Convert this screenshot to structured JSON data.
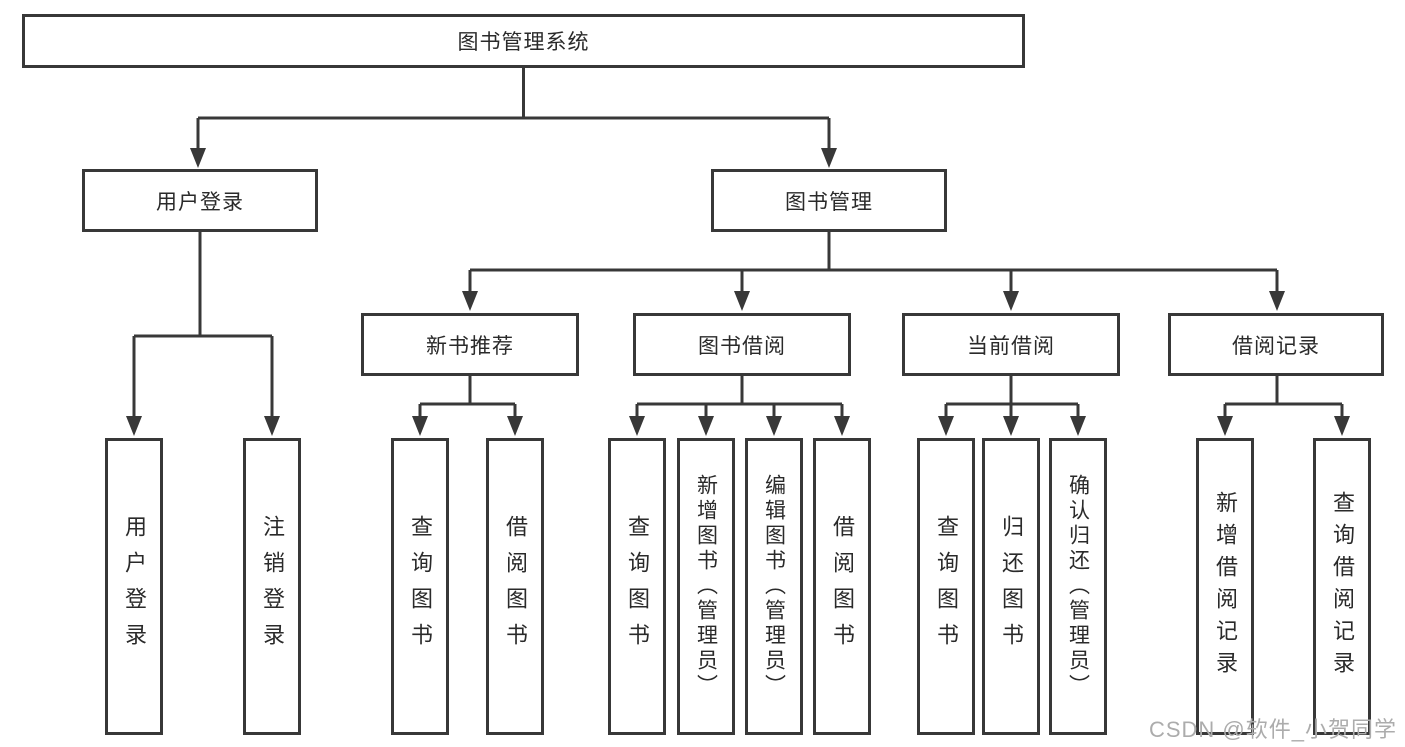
{
  "colors": {
    "line": "#383838",
    "box_border": "#383838",
    "text": "#2a2a2a",
    "watermark": "#acacac",
    "background": "#ffffff"
  },
  "watermark": {
    "text": "CSDN @软件_小贺同学"
  },
  "tree": {
    "root": {
      "label": "图书管理系统"
    },
    "branches": [
      {
        "label": "用户登录",
        "children": [
          {
            "label": "用户登录"
          },
          {
            "label": "注销登录"
          }
        ]
      },
      {
        "label": "图书管理",
        "children": [
          {
            "label": "新书推荐",
            "children": [
              {
                "label": "查询图书"
              },
              {
                "label": "借阅图书"
              }
            ]
          },
          {
            "label": "图书借阅",
            "children": [
              {
                "label": "查询图书"
              },
              {
                "label": "新增图书（管理员）"
              },
              {
                "label": "编辑图书（管理员）"
              },
              {
                "label": "借阅图书"
              }
            ]
          },
          {
            "label": "当前借阅",
            "children": [
              {
                "label": "查询图书"
              },
              {
                "label": "归还图书"
              },
              {
                "label": "确认归还（管理员）"
              }
            ]
          },
          {
            "label": "借阅记录",
            "children": [
              {
                "label": "新增借阅记录"
              },
              {
                "label": "查询借阅记录"
              }
            ]
          }
        ]
      }
    ]
  }
}
